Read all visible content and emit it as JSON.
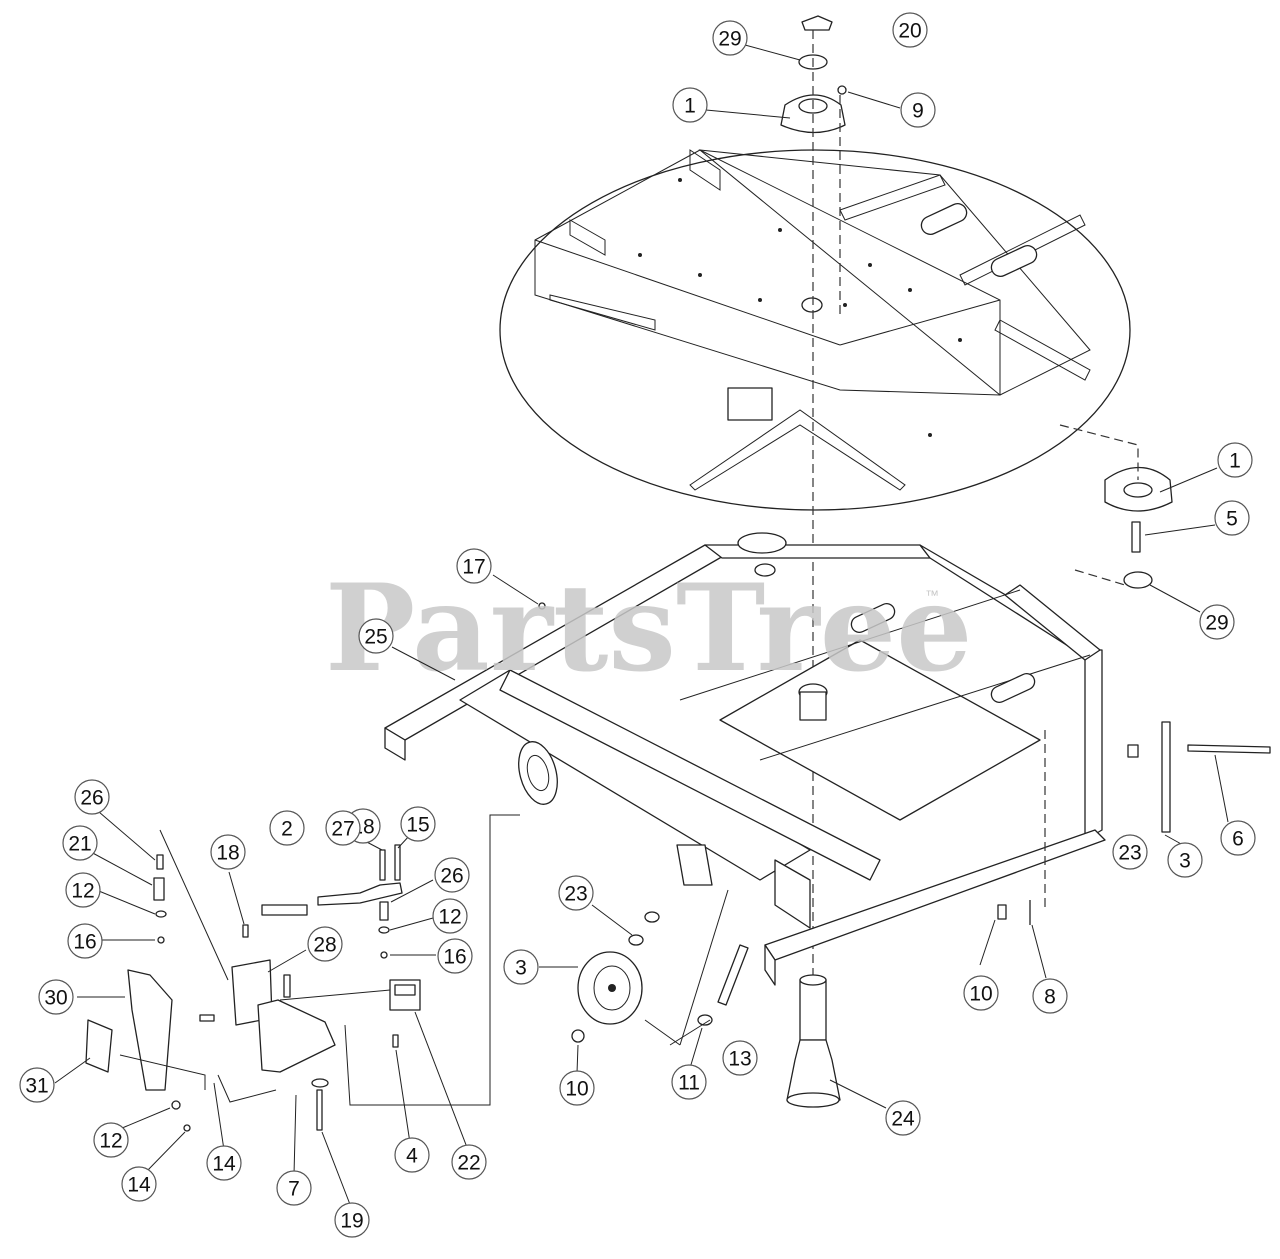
{
  "watermark": {
    "text": "PartsTree",
    "trademark": "™"
  },
  "callouts": [
    {
      "label": "29"
    },
    {
      "label": "20"
    },
    {
      "label": "1"
    },
    {
      "label": "9"
    },
    {
      "label": "1"
    },
    {
      "label": "5"
    },
    {
      "label": "29"
    },
    {
      "label": "17"
    },
    {
      "label": "25"
    },
    {
      "label": "26"
    },
    {
      "label": "18"
    },
    {
      "label": "15"
    },
    {
      "label": "2"
    },
    {
      "label": "27"
    },
    {
      "label": "21"
    },
    {
      "label": "18"
    },
    {
      "label": "26"
    },
    {
      "label": "12"
    },
    {
      "label": "12"
    },
    {
      "label": "16"
    },
    {
      "label": "16"
    },
    {
      "label": "28"
    },
    {
      "label": "30"
    },
    {
      "label": "31"
    },
    {
      "label": "12"
    },
    {
      "label": "14"
    },
    {
      "label": "14"
    },
    {
      "label": "7"
    },
    {
      "label": "19"
    },
    {
      "label": "4"
    },
    {
      "label": "22"
    },
    {
      "label": "23"
    },
    {
      "label": "3"
    },
    {
      "label": "10"
    },
    {
      "label": "11"
    },
    {
      "label": "13"
    },
    {
      "label": "24"
    },
    {
      "label": "23"
    },
    {
      "label": "3"
    },
    {
      "label": "6"
    },
    {
      "label": "10"
    },
    {
      "label": "8"
    }
  ]
}
